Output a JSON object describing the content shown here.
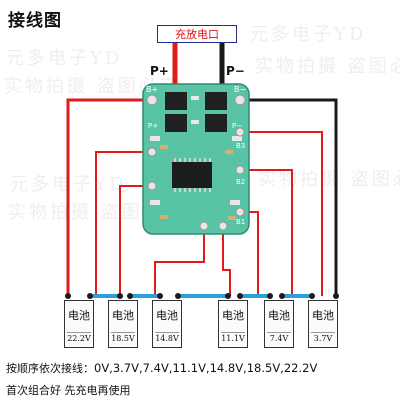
{
  "title": "接线图",
  "port_label": "充放电口",
  "p_plus": "P+",
  "p_minus": "P−",
  "board_labels": {
    "b_plus": "B+",
    "b_minus": "B−",
    "p_plus": "P+",
    "p_minus": "P−",
    "b3": "B3",
    "b2": "B2",
    "b1": "B1"
  },
  "cells": [
    {
      "name": "电池",
      "voltage": "22.2V"
    },
    {
      "name": "电池",
      "voltage": "18.5V"
    },
    {
      "name": "电池",
      "voltage": "14.8V"
    },
    {
      "name": "电池",
      "voltage": "11.1V"
    },
    {
      "name": "电池",
      "voltage": "7.4V"
    },
    {
      "name": "电池",
      "voltage": "3.7V"
    }
  ],
  "notes": {
    "line1_prefix": "按顺序依次接线：",
    "line1_sequence": "0V,3.7V,7.4V,11.1V,14.8V,18.5V,22.2V",
    "line2": "首次组合好 先充电再使用"
  },
  "watermark": {
    "line1": "元多电子YD",
    "line2": "实物拍摄 盗图必究"
  },
  "colors": {
    "red_wire": "#e21a1a",
    "black_wire": "#1a1a1a",
    "blue_link": "#2a9fd8",
    "board": "#58c3a5",
    "port_border": "#1f2f8f",
    "port_text": "#d9141b"
  }
}
